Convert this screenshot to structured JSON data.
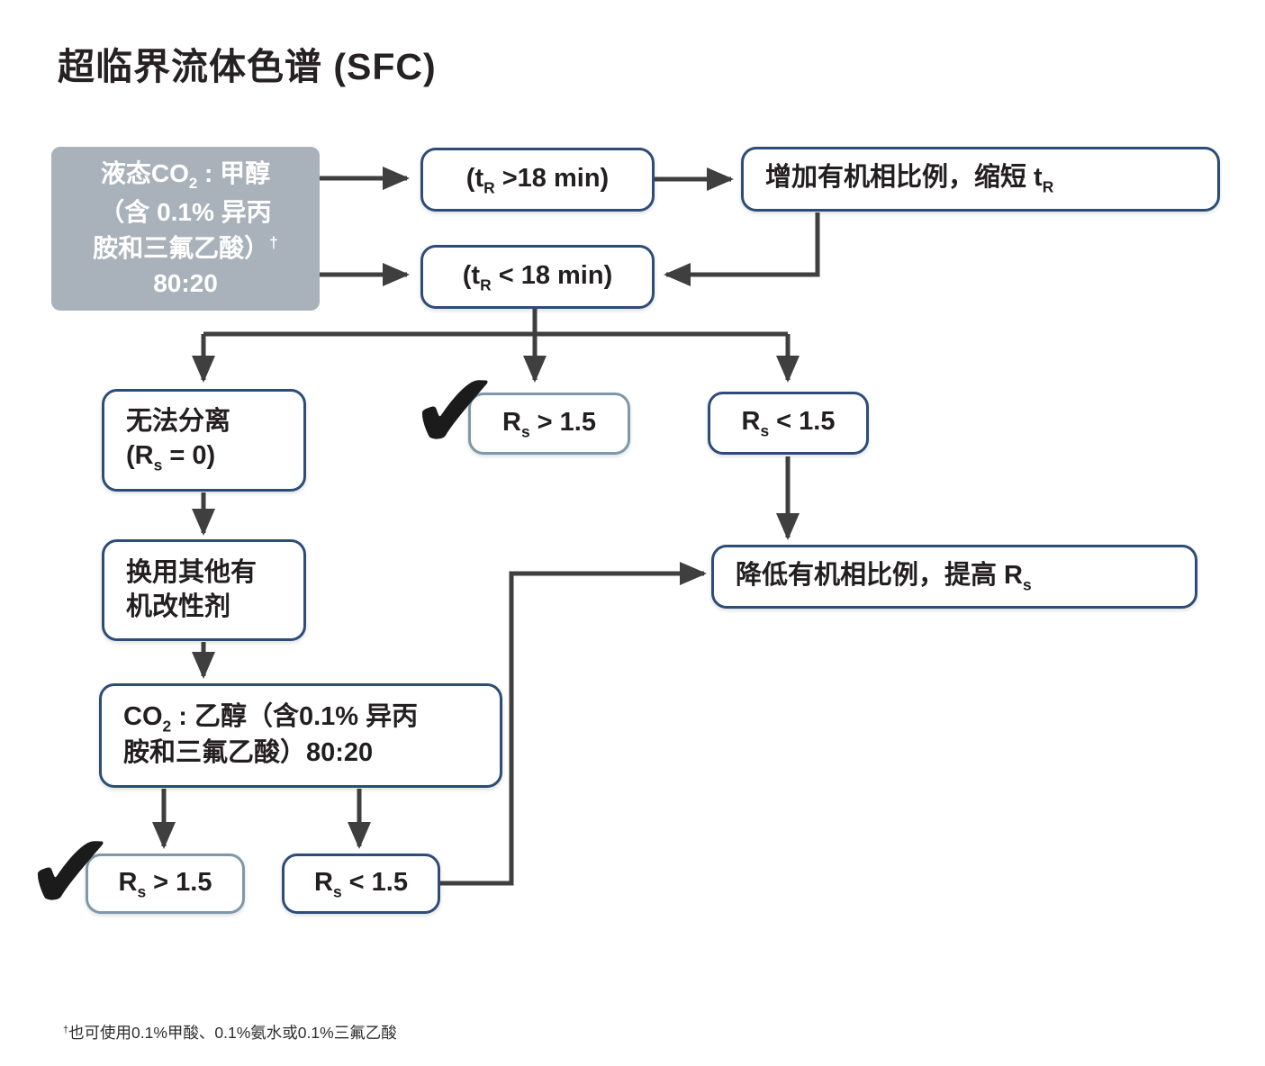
{
  "title": "超临界流体色谱 (SFC)",
  "colors": {
    "node_border_navy": "#2d4d77",
    "node_border_light": "#7e98a9",
    "start_box_fill": "#a9b2ba",
    "arrow": "#3f3f3f",
    "checkmark": "#1b1b1b",
    "text": "#231f20"
  },
  "checkmark": {
    "glyph": "✔"
  },
  "boxes": {
    "start": {
      "l1pre": "液态CO",
      "l1sub": "2",
      "l1post": " : 甲醇",
      "l2": "（含 0.1% 异丙",
      "l3": "胺和三氟乙酸）",
      "l3sup": "†",
      "l4": "80:20"
    },
    "tr_gt": {
      "pre": "(t",
      "sub": "R",
      "post": " >18 min)"
    },
    "increase": {
      "pre": "增加有机相比例，缩短 t",
      "sub": "R"
    },
    "tr_lt": {
      "pre": "(t",
      "sub": "R",
      "post": " < 18 min)"
    },
    "cannot": {
      "line1": "无法分离",
      "l2pre": "(R",
      "l2sub": "s",
      "l2post": " = 0)"
    },
    "rs_gt_mid": {
      "pre": "R",
      "sub": "s",
      "post": " > 1.5"
    },
    "rs_lt_right": {
      "pre": "R",
      "sub": "s",
      "post": " < 1.5"
    },
    "change": {
      "line1": "换用其他有",
      "line2": "机改性剂"
    },
    "co2_ethanol": {
      "l1pre": "CO",
      "l1sub": "2",
      "l1post": " : 乙醇（含0.1% 异丙",
      "l2": "胺和三氟乙酸）80:20"
    },
    "reduce": {
      "pre": "降低有机相比例，提高 R",
      "sub": "s"
    },
    "rs_gt_bottom": {
      "pre": "R",
      "sub": "s",
      "post": " > 1.5"
    },
    "rs_lt_bottom": {
      "pre": "R",
      "sub": "s",
      "post": " < 1.5"
    }
  },
  "footnote": {
    "sup": "†",
    "text": "也可使用0.1%甲酸、0.1%氨水或0.1%三氟乙酸"
  }
}
